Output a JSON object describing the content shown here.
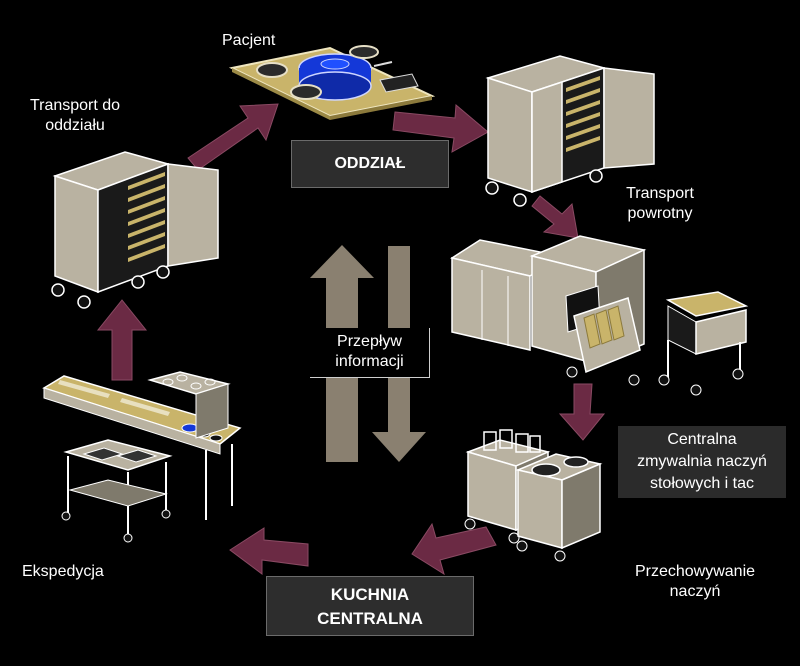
{
  "labels": {
    "pacjent": "Pacjent",
    "transport_do_l1": "Transport do",
    "transport_do_l2": "oddziału",
    "oddzial": "ODDZIAŁ",
    "transport_powrotny_l1": "Transport",
    "transport_powrotny_l2": "powrotny",
    "przeplyw_l1": "Przepływ",
    "przeplyw_l2": "informacji",
    "centralna_l1": "Centralna",
    "centralna_l2": "zmywalnia naczyń",
    "centralna_l3": "stołowych i tac",
    "przechowywanie_l1": "Przechowywanie",
    "przechowywanie_l2": "naczyń",
    "ekspedycja": "Ekspedycja",
    "kuchnia_l1": "KUCHNIA",
    "kuchnia_l2": "CENTRALNA"
  },
  "colors": {
    "arrow_cycle": "#6b2a44",
    "arrow_info": "#8a8070",
    "cart_body": "#b9b2a1",
    "cart_side": "#7f7a6c",
    "tray": "#c9b46a",
    "bowl": "#1438d8"
  },
  "icons": [
    "tray-with-dishes-icon",
    "food-cart-icon",
    "dishwasher-icon",
    "storage-cart-icon",
    "serving-line-icon"
  ]
}
